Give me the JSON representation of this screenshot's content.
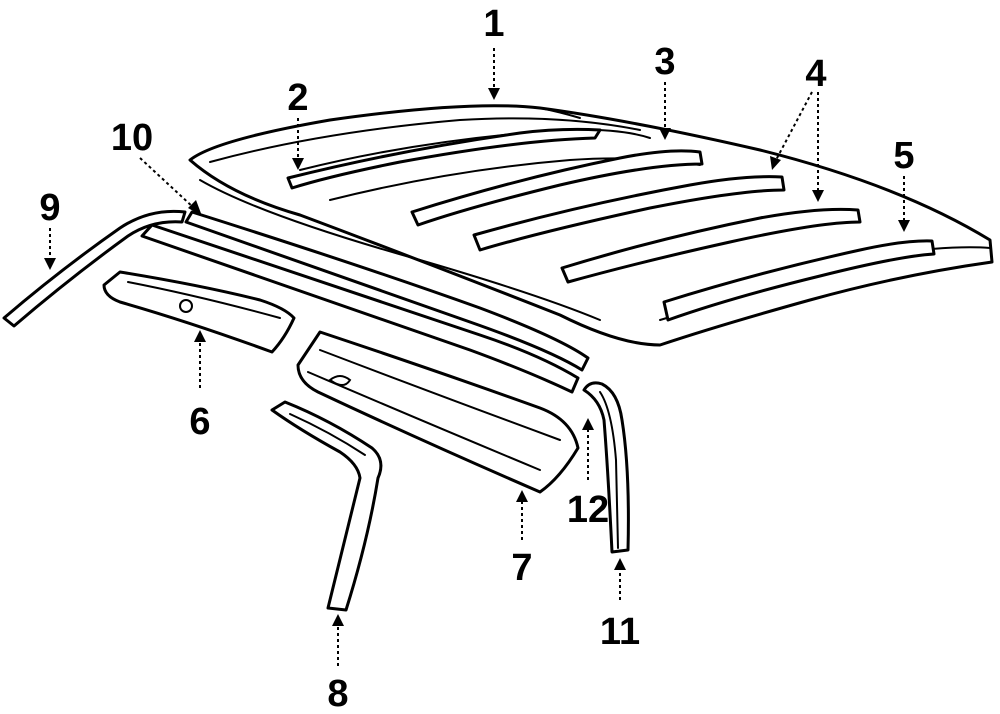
{
  "diagram": {
    "callouts": [
      {
        "id": "1",
        "label": "1"
      },
      {
        "id": "2",
        "label": "2"
      },
      {
        "id": "3",
        "label": "3"
      },
      {
        "id": "4",
        "label": "4"
      },
      {
        "id": "5",
        "label": "5"
      },
      {
        "id": "6",
        "label": "6"
      },
      {
        "id": "7",
        "label": "7"
      },
      {
        "id": "8",
        "label": "8"
      },
      {
        "id": "9",
        "label": "9"
      },
      {
        "id": "10",
        "label": "10"
      },
      {
        "id": "11",
        "label": "11"
      },
      {
        "id": "12",
        "label": "12"
      }
    ]
  },
  "colors": {
    "ink": "#000000",
    "paper": "#ffffff"
  }
}
